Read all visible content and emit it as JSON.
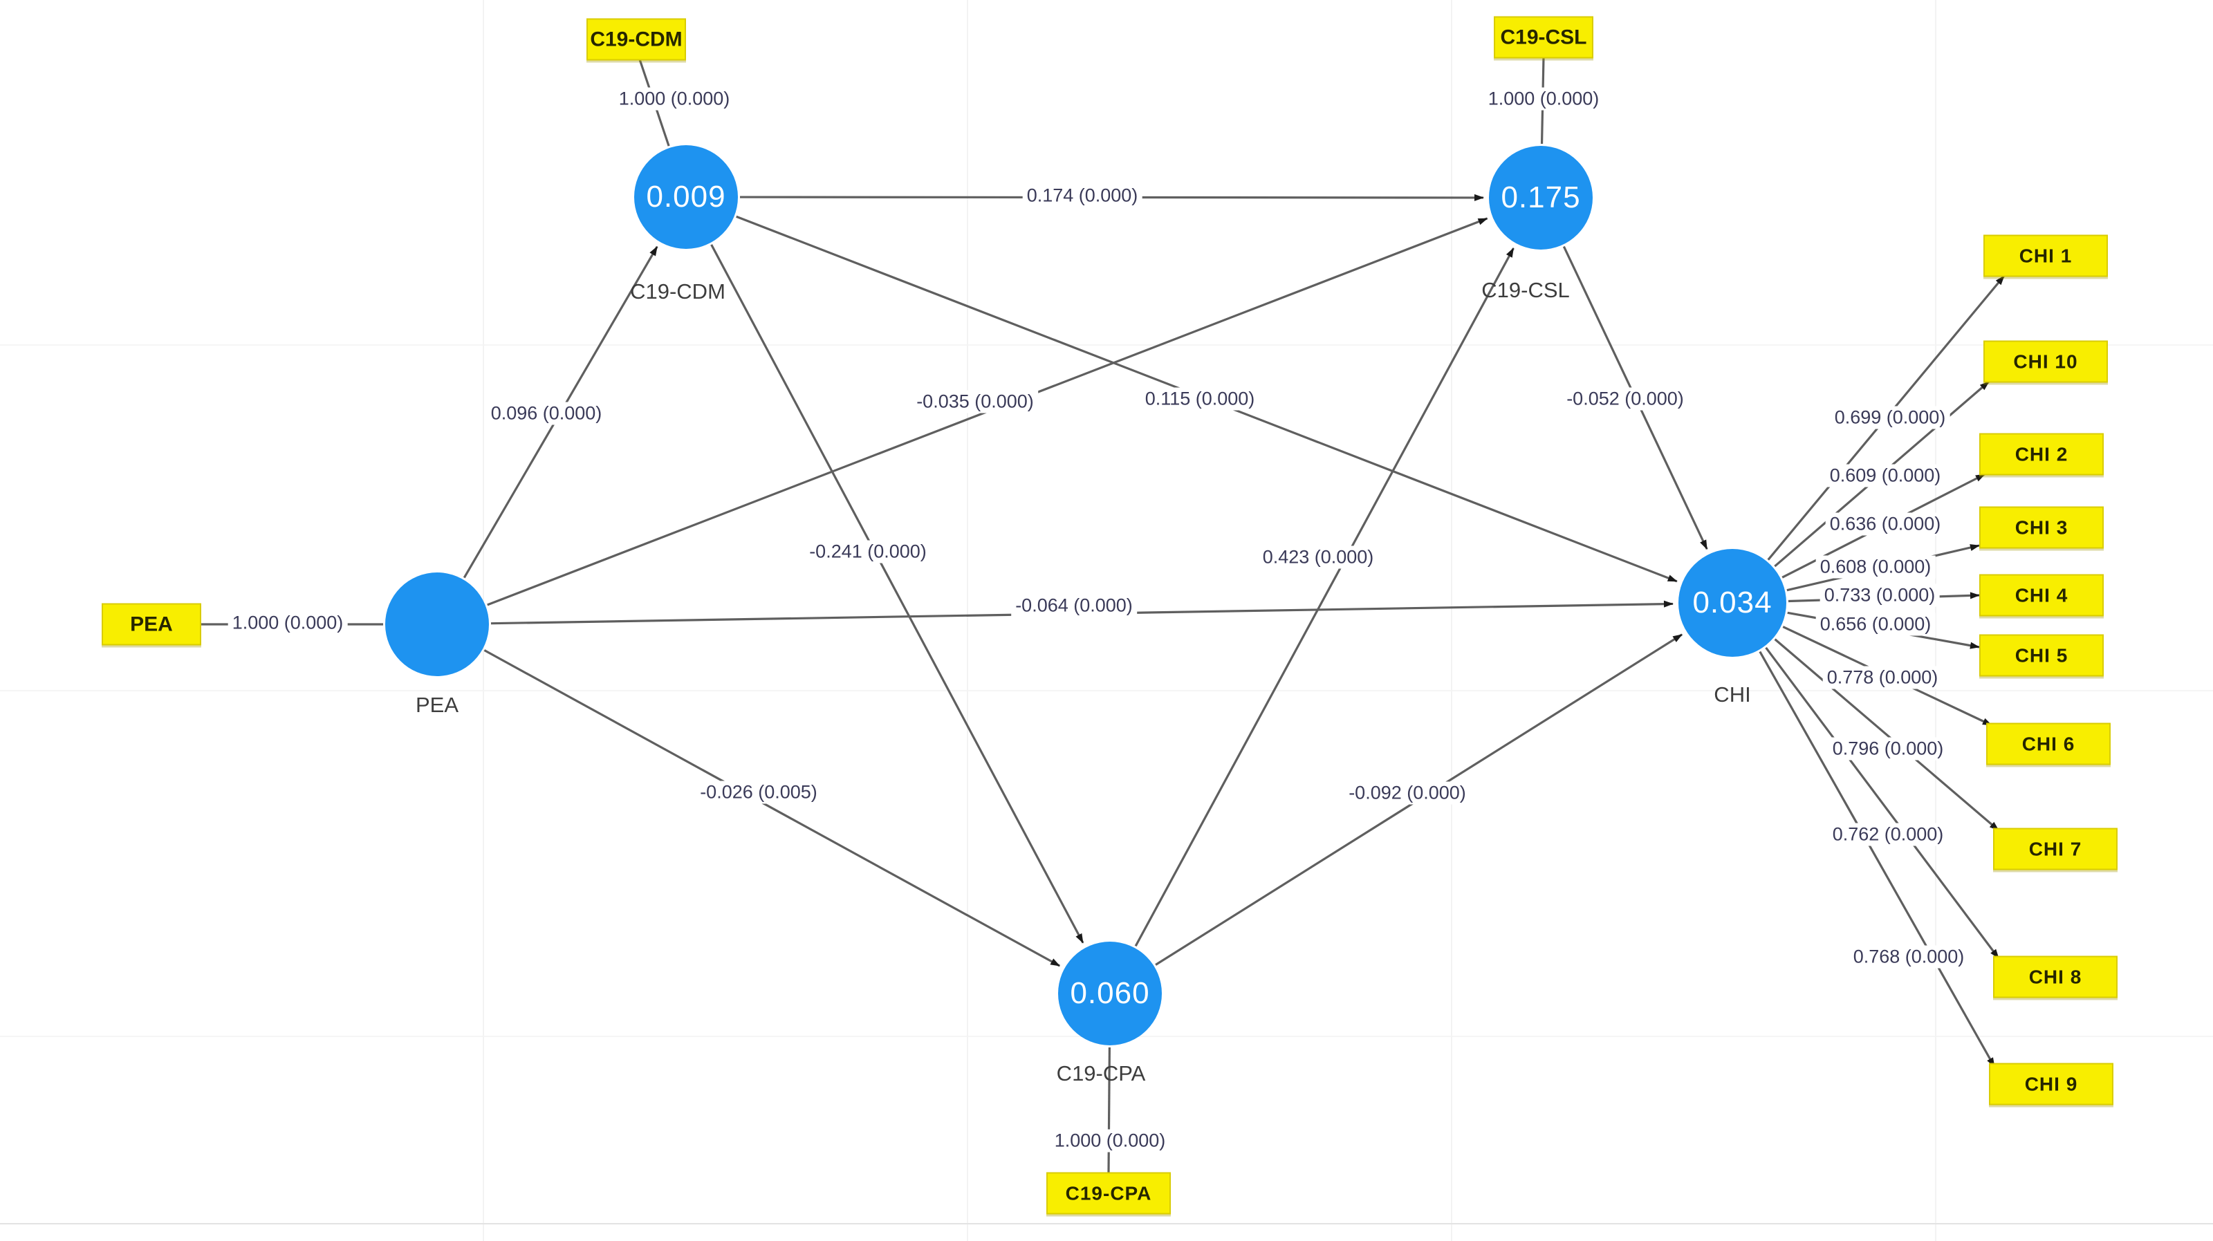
{
  "diagram": {
    "latent_nodes": {
      "cdm": {
        "value": "0.009",
        "label": "C19-CDM"
      },
      "csl": {
        "value": "0.175",
        "label": "C19-CSL"
      },
      "pea": {
        "value": "",
        "label": "PEA"
      },
      "cpa": {
        "value": "0.060",
        "label": "C19-CPA"
      },
      "chi": {
        "value": "0.034",
        "label": "CHI"
      }
    },
    "indicator_boxes": {
      "cdm": "C19-CDM",
      "csl": "C19-CSL",
      "pea": "PEA",
      "cpa": "C19-CPA",
      "chi": [
        "CHI 1",
        "CHI 10",
        "CHI 2",
        "CHI 3",
        "CHI 4",
        "CHI 5",
        "CHI 6",
        "CHI 7",
        "CHI 8",
        "CHI 9"
      ]
    },
    "indicator_weights": {
      "cdm": "1.000 (0.000)",
      "csl": "1.000 (0.000)",
      "pea": "1.000 (0.000)",
      "cpa": "1.000 (0.000)"
    },
    "path_coefficients": {
      "pea_cdm": "0.096 (0.000)",
      "pea_csl": "-0.035 (0.000)",
      "pea_cpa": "-0.026 (0.005)",
      "pea_chi": "-0.064 (0.000)",
      "cdm_csl": "0.174 (0.000)",
      "cdm_cpa": "-0.241 (0.000)",
      "cdm_chi": "0.115 (0.000)",
      "cpa_csl": "0.423 (0.000)",
      "cpa_chi": "-0.092 (0.000)",
      "csl_chi": "-0.052 (0.000)"
    },
    "loadings": {
      "chi1": "0.699 (0.000)",
      "chi10": "0.609 (0.000)",
      "chi2": "0.636 (0.000)",
      "chi3": "0.608 (0.000)",
      "chi4": "0.733 (0.000)",
      "chi5": "0.656 (0.000)",
      "chi6": "0.778 (0.000)",
      "chi7": "0.796 (0.000)",
      "chi8": "0.762 (0.000)",
      "chi9": "0.768 (0.000)"
    },
    "colors": {
      "latent_fill": "#1E93F0",
      "indicator_fill": "#F8EE00",
      "edge_line": "#5f5f5f",
      "arrow_head": "#1a1a1a"
    }
  }
}
